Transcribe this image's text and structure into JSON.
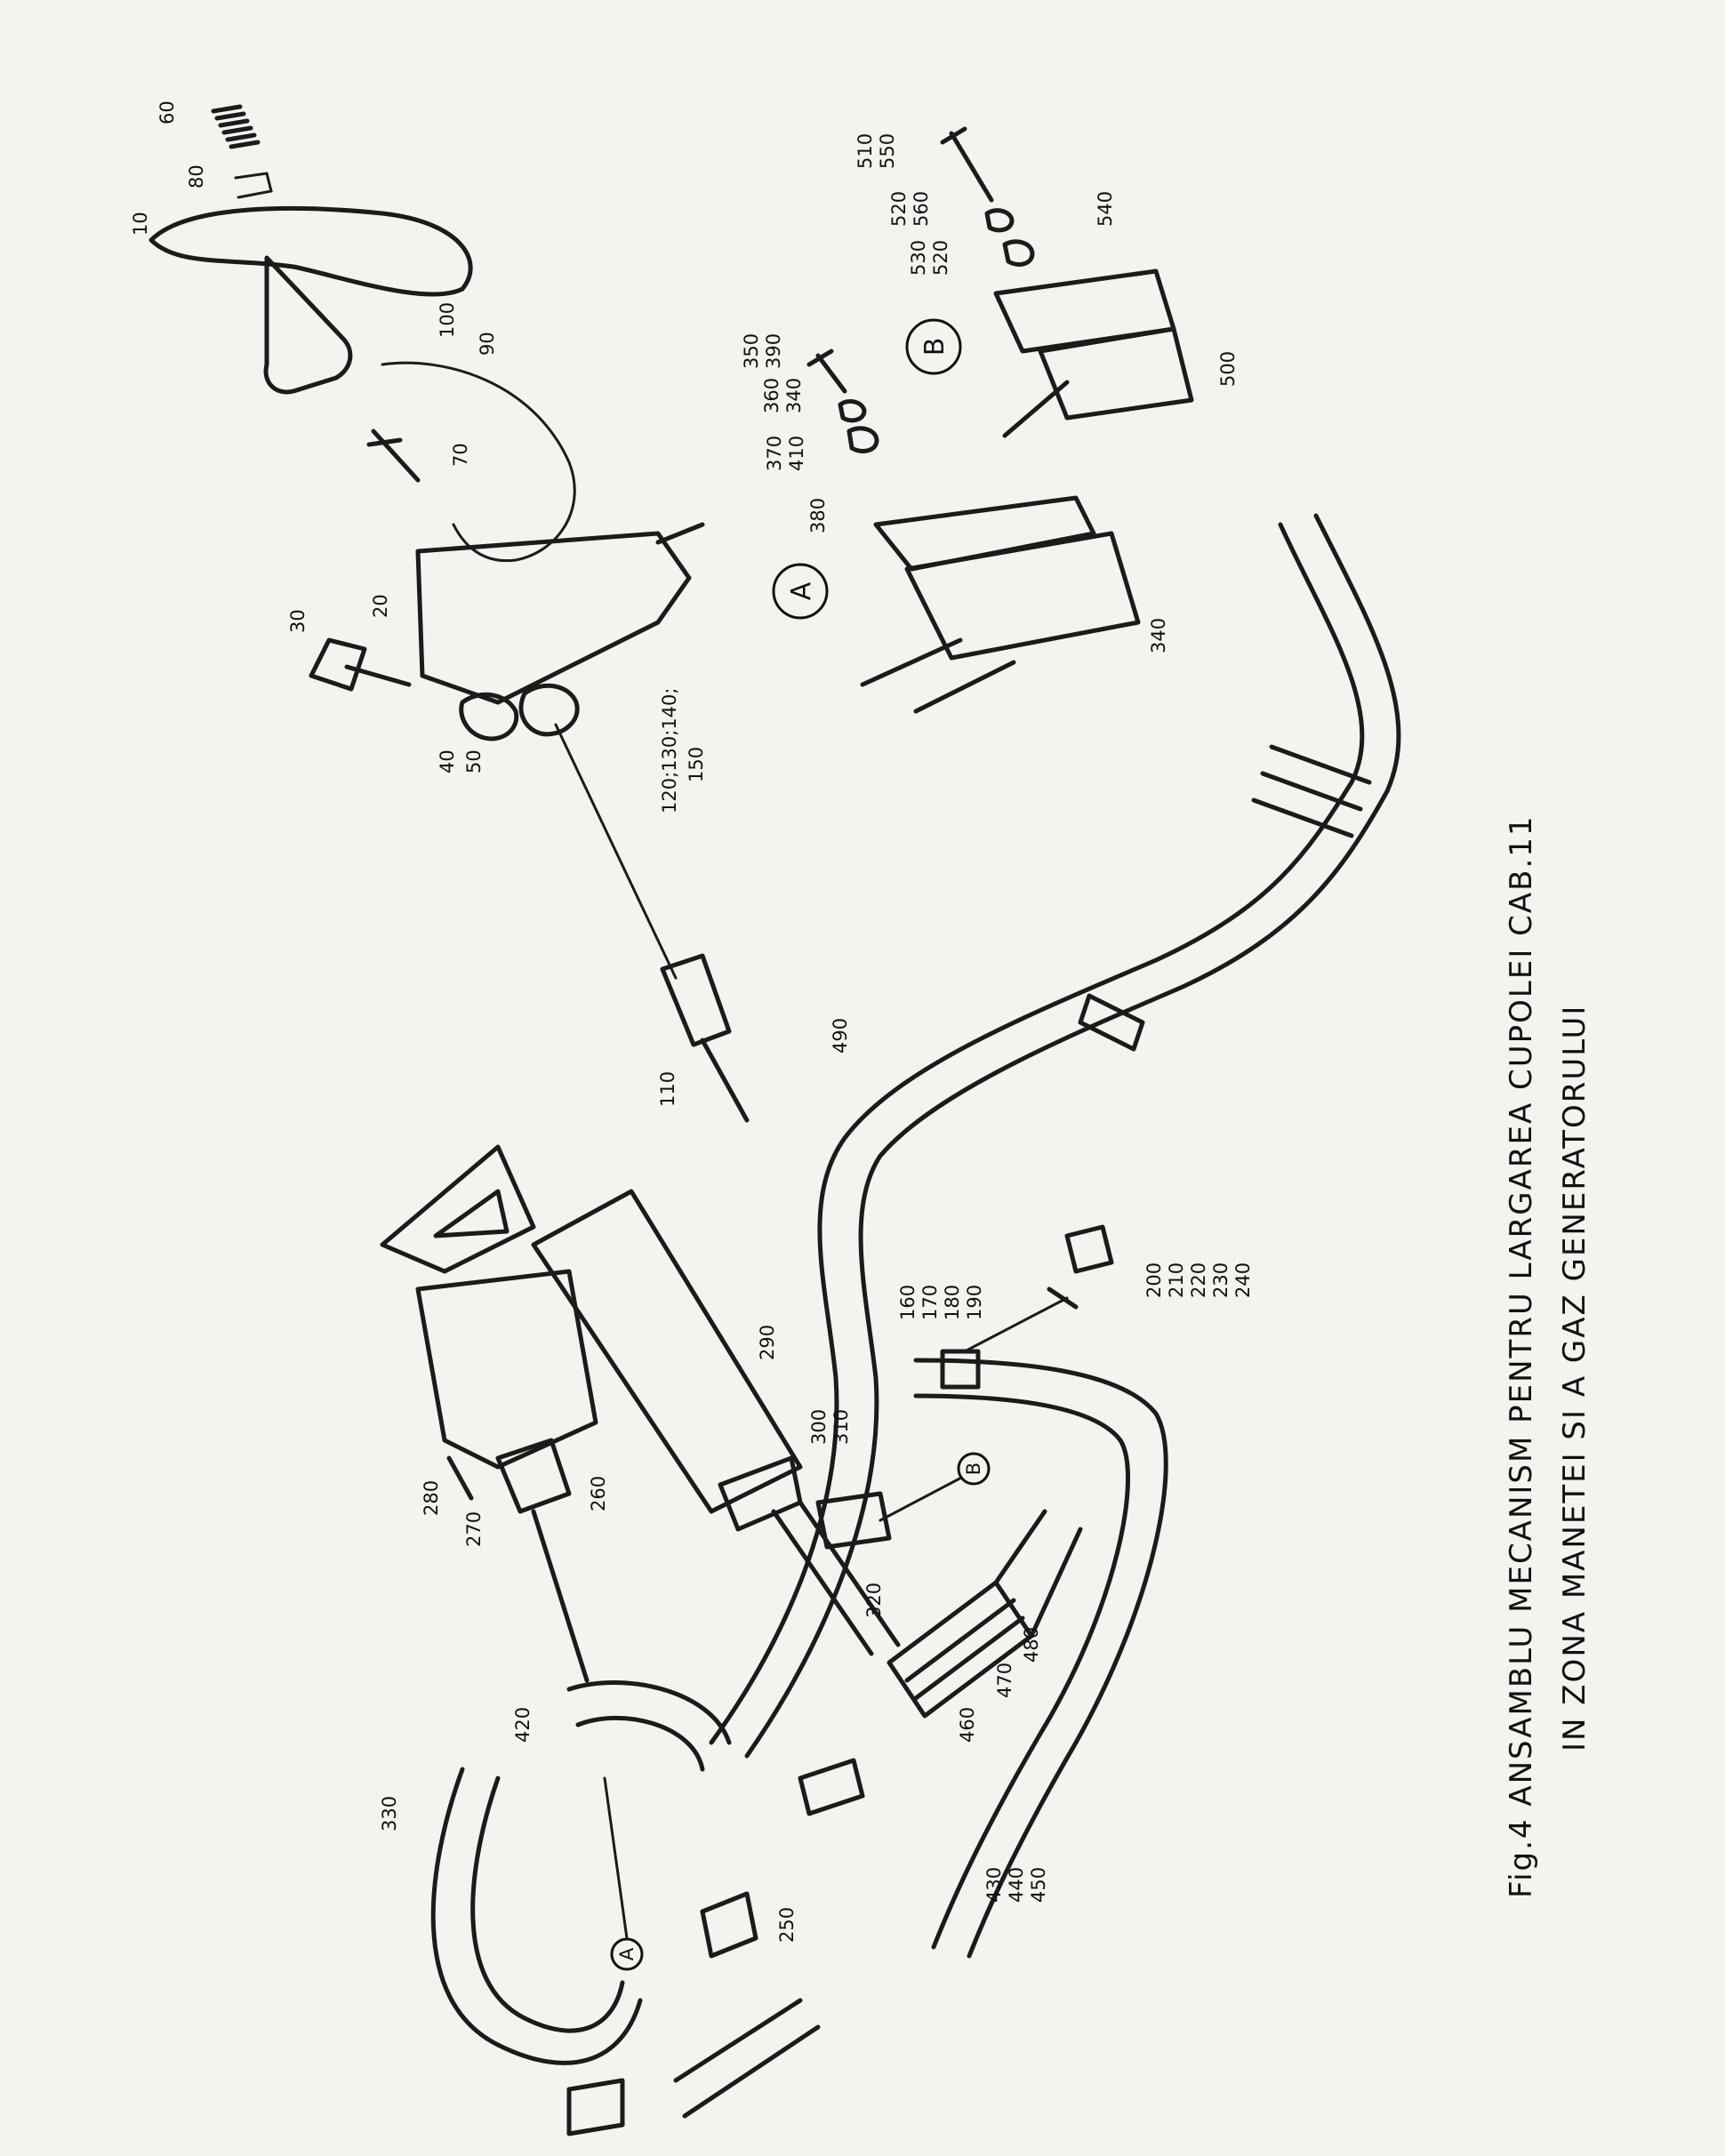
{
  "caption": {
    "line1": "Fig.4 ANSAMBLU MECANISM PENTRU LARGAREA CUPOLEI CAB.11",
    "line2": "IN ZONA MANETEI SI A GAZ GENERATORULUI"
  },
  "detail_markers": {
    "a": "A",
    "b": "B"
  },
  "labels": {
    "l60": "60",
    "l80": "80",
    "l10": "10",
    "l100": "100",
    "l90": "90",
    "l70": "70",
    "l20": "20",
    "l30": "30",
    "l40": "40",
    "l50": "50",
    "l120": "120;130;140;",
    "l150": "150",
    "l110": "110",
    "l350": "350",
    "l390": "390",
    "l360": "360",
    "l340a": "340",
    "l370": "370",
    "l410": "410",
    "l380": "380",
    "l340b": "340",
    "l510": "510",
    "l550": "550",
    "l520a": "520",
    "l560": "560",
    "l530": "530",
    "l520b": "520",
    "l540": "540",
    "l500": "500",
    "l490": "490",
    "l160": "160",
    "l170": "170",
    "l180": "180",
    "l190": "190",
    "l200": "200",
    "l210": "210",
    "l220": "220",
    "l230": "230",
    "l240": "240",
    "l290": "290",
    "l300": "300",
    "l310": "310",
    "l280": "280",
    "l270": "270",
    "l260": "260",
    "l320": "320",
    "l480": "480",
    "l470": "470",
    "l460": "460",
    "l420": "420",
    "l330": "330",
    "l430": "430",
    "l440": "440",
    "l450": "450",
    "l250": "250"
  }
}
